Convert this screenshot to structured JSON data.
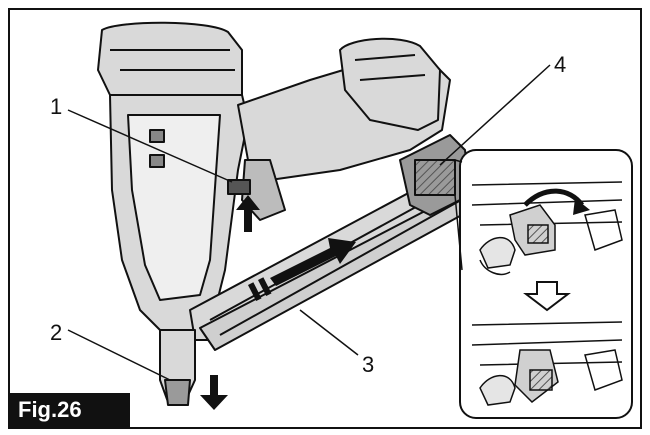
{
  "figure": {
    "label": "Fig.26"
  },
  "callouts": [
    {
      "number": "1"
    },
    {
      "number": "2"
    },
    {
      "number": "3"
    },
    {
      "number": "4"
    }
  ],
  "colors": {
    "ink": "#111111",
    "tool_gray": "#d9d9d9",
    "mid_gray": "#8a8a8a",
    "dark_gray": "#555555",
    "background": "#ffffff"
  }
}
